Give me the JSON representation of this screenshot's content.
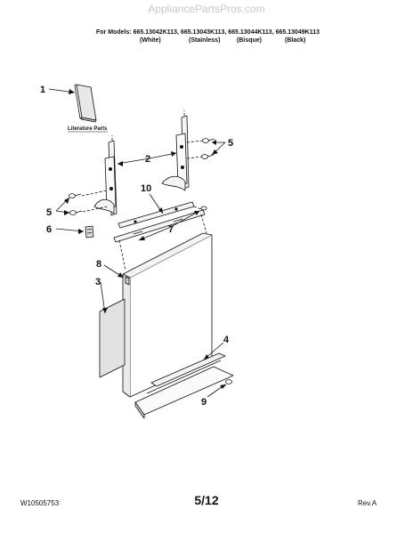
{
  "watermark": "AppliancePartsPros.com",
  "header": {
    "models_line": "For Models: 665.13042K113, 665.13043K113, 665.13044K113, 665.13049K113",
    "colors": [
      "(White)",
      "(Stainless)",
      "(Bisque)",
      "(Black)"
    ]
  },
  "diagram": {
    "literature_label": "Literature Parts",
    "callouts": [
      "1",
      "2",
      "5",
      "5",
      "6",
      "10",
      "7",
      "8",
      "3",
      "4",
      "9"
    ]
  },
  "footer": {
    "doc_number": "W10505753",
    "page": "5/12",
    "revision": "Rev.A"
  }
}
